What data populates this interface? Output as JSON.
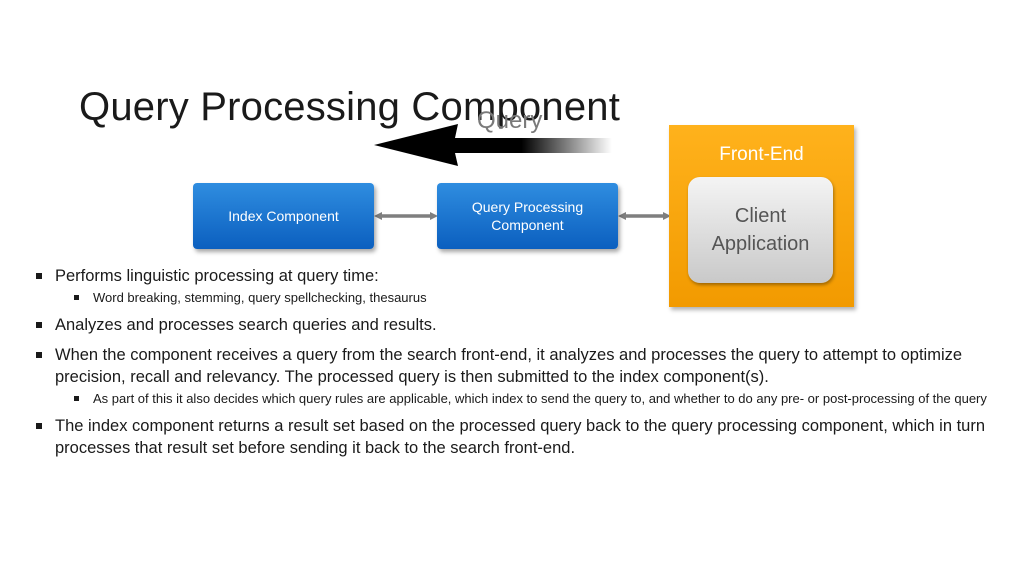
{
  "slide": {
    "title": "Query Processing Component"
  },
  "diagram": {
    "query_label": "Query",
    "index_component": "Index Component",
    "query_processing_component": "Query Processing Component",
    "front_end": "Front-End",
    "client_application": "Client Application",
    "colors": {
      "component_blue": "#0b5fbf",
      "front_end_orange": "#f29a00",
      "client_gray": "#d6d6d6"
    }
  },
  "bullets": [
    {
      "text": "Performs linguistic processing at query time:",
      "sub": [
        "Word breaking, stemming, query spellchecking, thesaurus"
      ]
    },
    {
      "text": "Analyzes and processes search queries and results.",
      "sub": []
    },
    {
      "text": "When the component receives a query from the search front-end, it analyzes and processes the query to attempt to optimize precision, recall and relevancy. The processed query is then submitted to the index component(s).",
      "sub": [
        "As part of this it also decides which query rules are applicable, which index to send the query to, and whether to do any pre- or post-processing of the query"
      ]
    },
    {
      "text": "The index component returns a result set based on the processed query back to the query processing component, which in turn processes that result set before sending it back to the search front-end.",
      "sub": []
    }
  ]
}
